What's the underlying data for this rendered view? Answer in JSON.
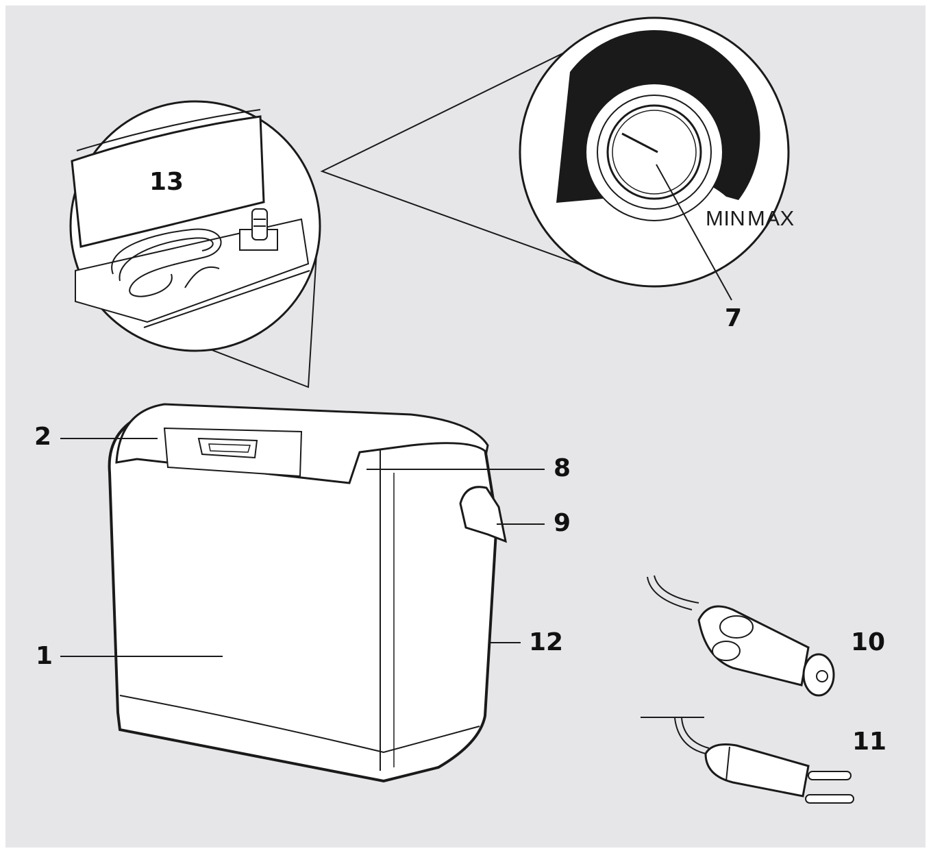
{
  "colors": {
    "background": "#e6e6e9",
    "line": "#1a1a1a",
    "fill": "#ffffff"
  },
  "dial": {
    "min_label": "MIN",
    "max_label": "MAX"
  },
  "callouts": {
    "c1": "1",
    "c2": "2",
    "c7": "7",
    "c8": "8",
    "c9": "9",
    "c10": "10",
    "c11": "11",
    "c12": "12",
    "c13": "13"
  }
}
